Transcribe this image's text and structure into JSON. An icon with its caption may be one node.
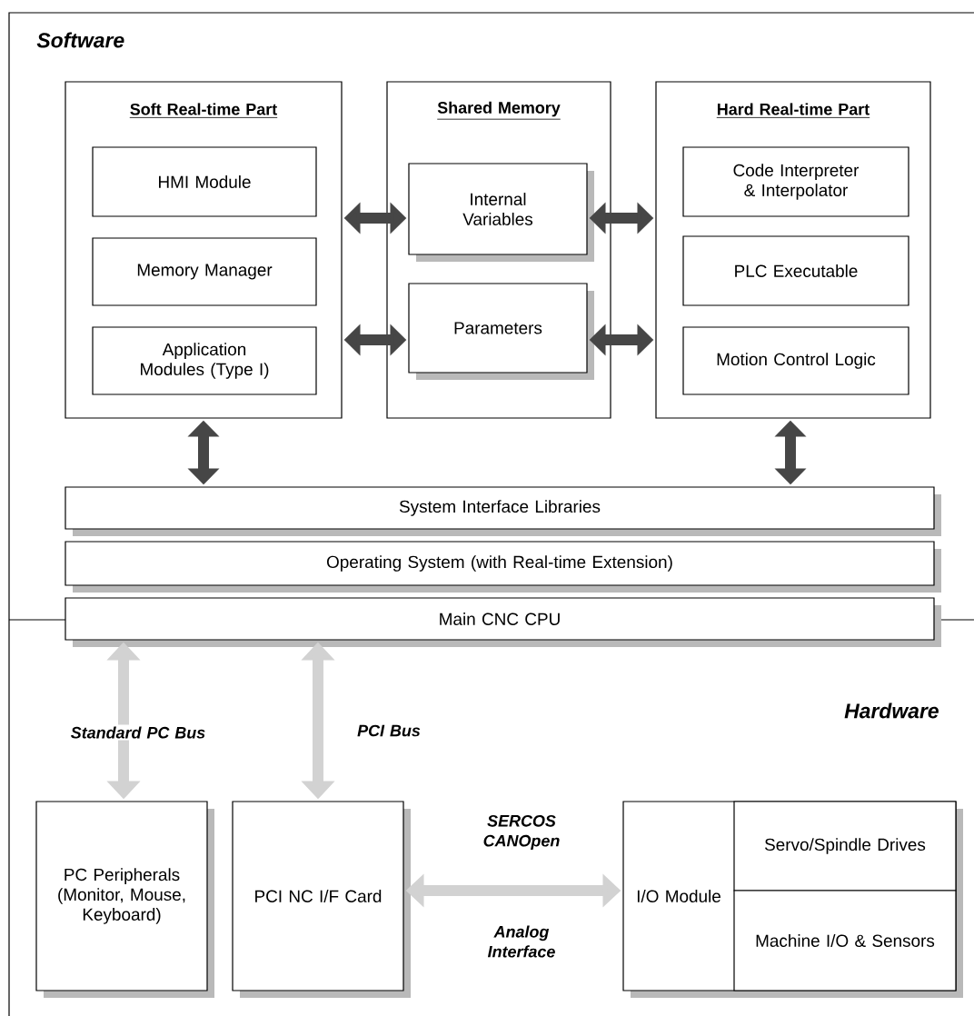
{
  "diagram": {
    "nodes": [
      {
        "text": [
          "Soft Real-time Part"
        ]
      },
      {
        "text": [
          "HMI Module"
        ],
        "in": 0
      },
      {
        "text": [
          "Memory Manager"
        ],
        "in": 0
      },
      {
        "text": [
          "Application Modules (Type I)"
        ],
        "in": 0
      },
      {
        "text": [
          "Shared Memory"
        ]
      },
      {
        "text": [
          "Internal Variables"
        ],
        "in": 4
      },
      {
        "text": [
          "Parameters"
        ],
        "in": 4
      },
      {
        "text": [
          "Hard Real-time Part"
        ]
      },
      {
        "text": [
          "Code Interpreter & Interpolator"
        ],
        "in": 7
      },
      {
        "text": [
          "PLC Executable"
        ],
        "in": 7
      },
      {
        "text": [
          "Motion Control Logic"
        ],
        "in": 7
      },
      {
        "text": [
          "System Interface Libraries"
        ]
      },
      {
        "text": [
          "Operating System (with Real-time Extension)"
        ]
      },
      {
        "text": [
          "Main CNC CPU"
        ]
      },
      {
        "text": [
          "PC Peripherals (Monitor, Mouse, Keyboard)"
        ]
      },
      {
        "text": [
          "PCI NC I/F Card"
        ]
      },
      {
        "text": [
          "I/O Module"
        ]
      },
      {
        "text": [
          "Servo/Spindle Drives"
        ],
        "in": 16
      },
      {
        "text": [
          "Machine I/O & Sensors"
        ],
        "in": 16
      }
    ],
    "edges": [
      {
        "from": 0,
        "to": 5,
        "arrow": "both"
      },
      {
        "from": 0,
        "to": 6,
        "arrow": "both"
      },
      {
        "from": 5,
        "to": 7,
        "arrow": "both"
      },
      {
        "from": 6,
        "to": 7,
        "arrow": "both"
      },
      {
        "from": 0,
        "to": 11,
        "arrow": "both"
      },
      {
        "from": 7,
        "to": 11,
        "arrow": "both"
      },
      {
        "from": 13,
        "to": 14,
        "arrow": "both",
        "label": "Standard PC Bus",
        "color": "#d2d2d2"
      },
      {
        "from": 13,
        "to": 15,
        "arrow": "both",
        "label": "PCI Bus",
        "color": "#d2d2d2"
      },
      {
        "from": 15,
        "to": 16,
        "arrow": "both",
        "label": "SERCOS CANOpen",
        "color": "#d2d2d2"
      }
    ],
    "labels": [
      "Software",
      "Hardware",
      "Analog Interface"
    ]
  }
}
